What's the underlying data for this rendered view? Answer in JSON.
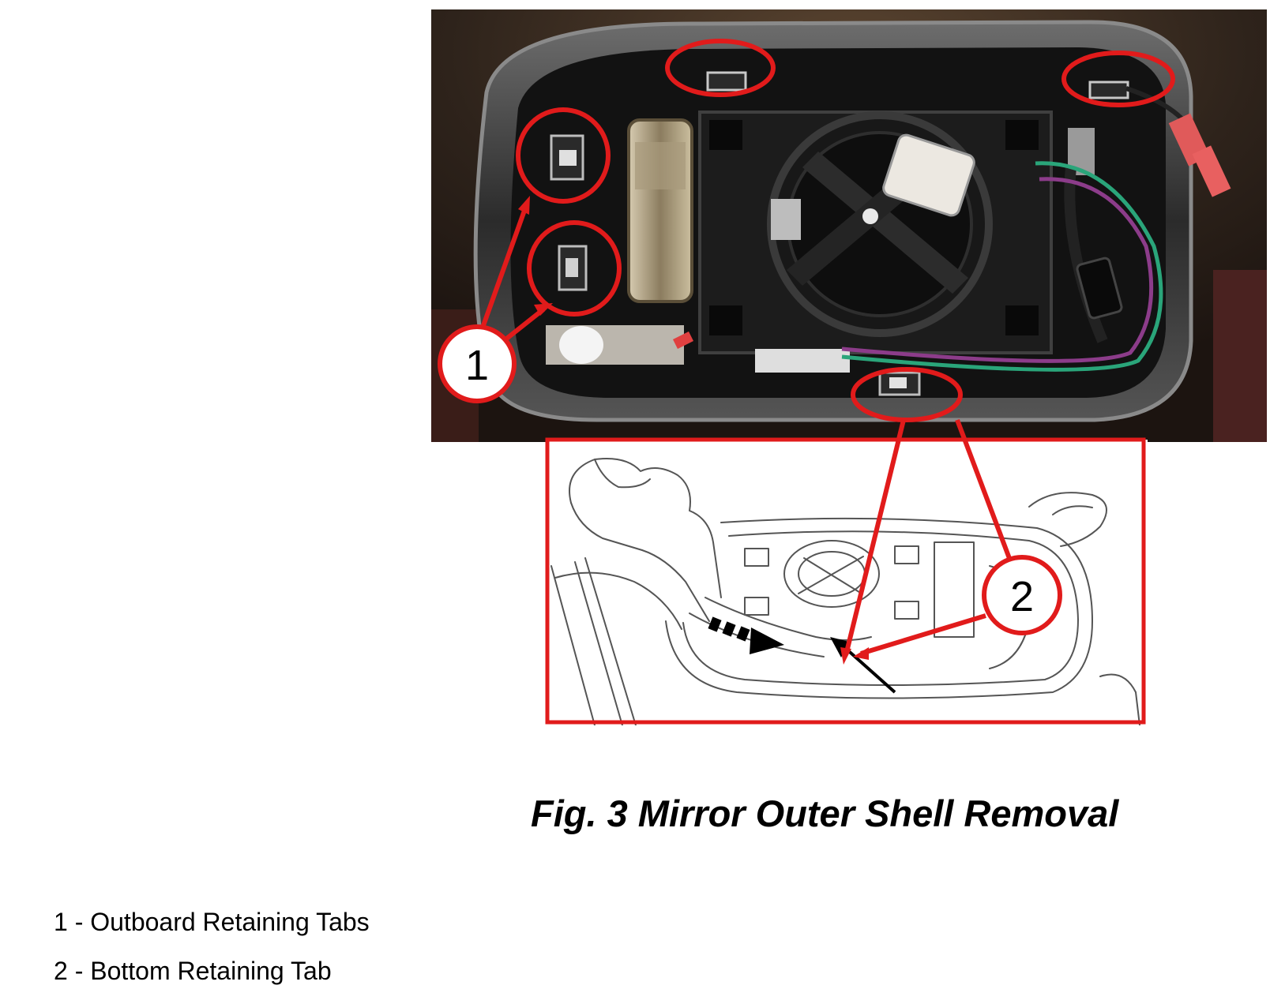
{
  "figure": {
    "caption": "Fig. 3 Mirror Outer Shell Removal",
    "callouts": [
      "1",
      "2"
    ]
  },
  "legend": [
    {
      "number": "1",
      "label": "1 - Outboard Retaining Tabs"
    },
    {
      "number": "2",
      "label": "2 - Bottom Retaining Tab"
    }
  ],
  "colors": {
    "callout_red": "#e11b1b",
    "photo_background": "#2a1e18",
    "mirror_housing": "#141414",
    "drawing_line": "#555555"
  }
}
